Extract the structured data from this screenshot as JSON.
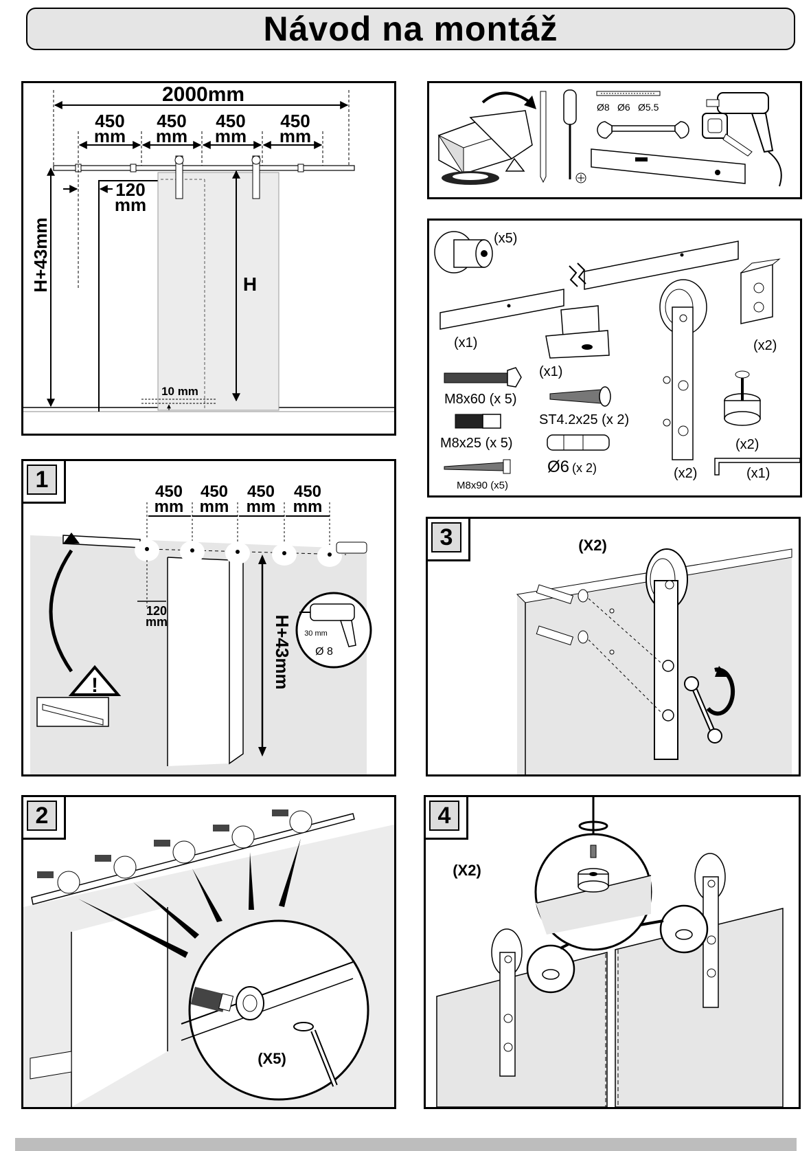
{
  "title": "Návod na montáž",
  "diagram": {
    "total": "2000mm",
    "spacing": "450",
    "unit": "mm",
    "offset": "120",
    "height_label": "H+43mm",
    "door_h": "H",
    "gap": "10 mm"
  },
  "parts": {
    "q_x5": "(x5)",
    "q_x1": "(x1)",
    "q_x2": "(x2)",
    "m8x60": "M8x60 (x 5)",
    "m8x25": "M8x25 (x 5)",
    "m8x90": "M8x90 (x5)",
    "st": "ST4.2x25 (x 2)",
    "anchor": "Ø6",
    "anchor_q": "(x 2)"
  },
  "tools": {
    "drill_sizes": [
      "Ø8",
      "Ø6",
      "Ø5.5"
    ]
  },
  "steps": {
    "s1": {
      "num": "1",
      "depth": "30 mm",
      "bit": "Ø 8"
    },
    "s2": {
      "num": "2",
      "qty": "(X5)"
    },
    "s3": {
      "num": "3",
      "qty": "(X2)"
    },
    "s4": {
      "num": "4",
      "qty": "(X2)"
    }
  }
}
